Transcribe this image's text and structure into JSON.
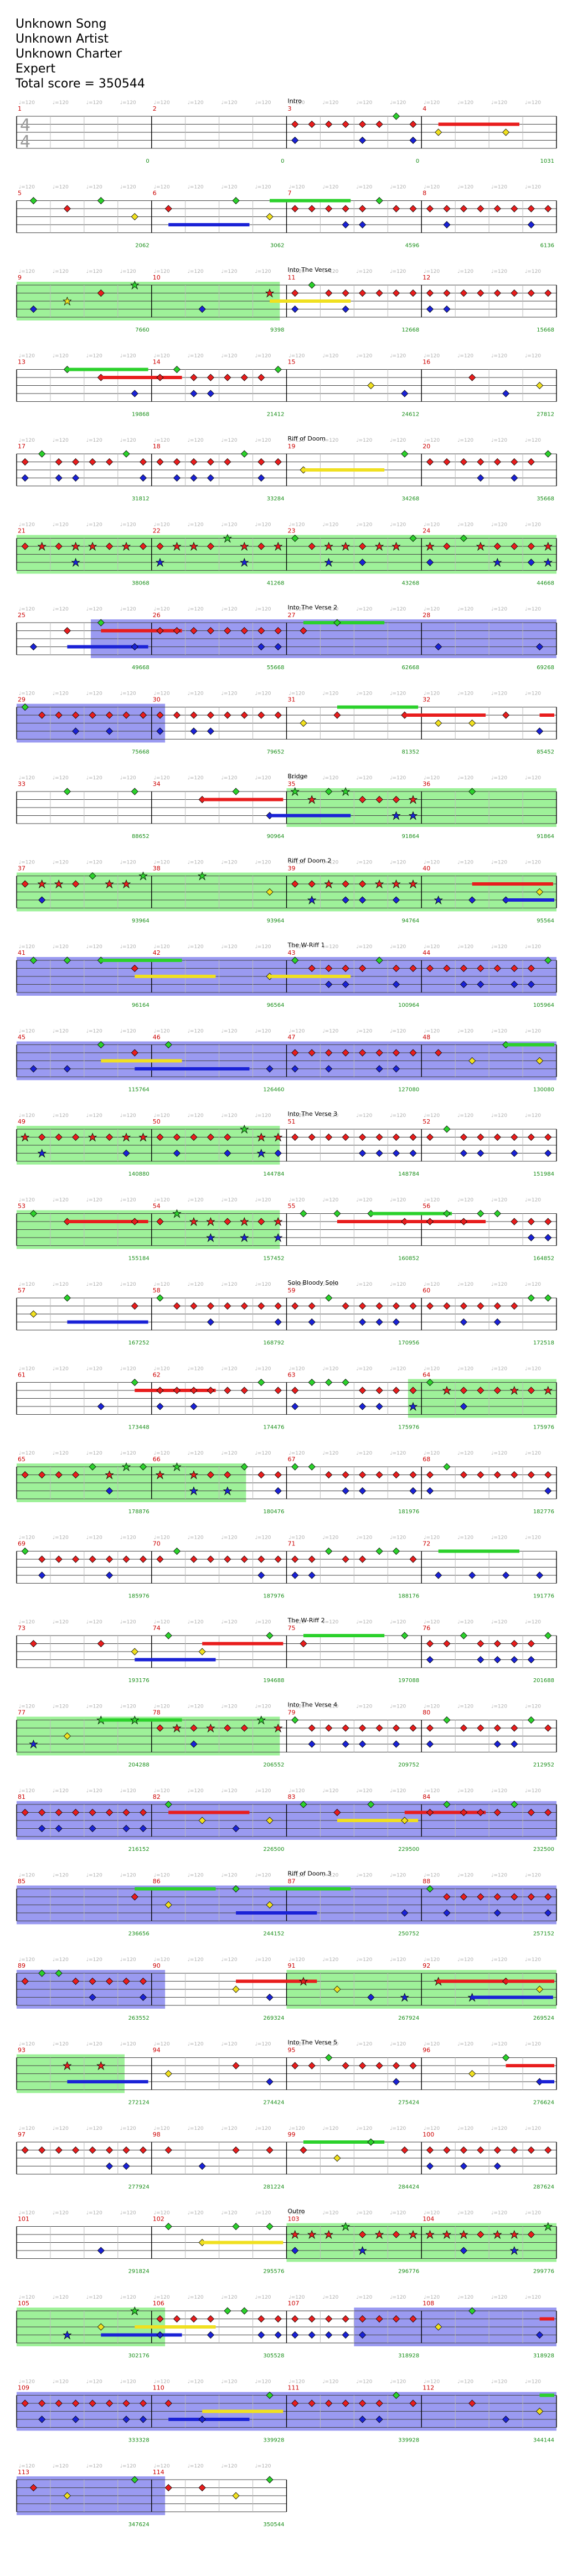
{
  "header": {
    "song": "Unknown Song",
    "artist": "Unknown Artist",
    "charter": "Unknown Charter",
    "difficulty": "Expert",
    "total_score": "Total score = 350544"
  },
  "time_signature": {
    "top": "4",
    "bottom": "4"
  },
  "colors": {
    "green": "#2bd12b",
    "red": "#e81d1d",
    "yellow": "#f0e020",
    "blue": "#1a22d6",
    "orange": "#f09a1a",
    "star_power": "#93f08e",
    "solo": "#8888ee",
    "measure_number": "#cc0000",
    "score": "#1a8f1a"
  },
  "section_labels": {
    "intro": "Intro",
    "verse1": "Into The Verse",
    "riff1": "Riff of Doom",
    "verse2": "Into The Verse 2",
    "bridge": "Bridge",
    "riff2": "Riff of Doom 2",
    "wriff1": "The W-Riff 1",
    "verse3": "Into The Verse 3",
    "solo": "Solo Bloody Solo",
    "wriff2": "The W-Riff 2",
    "verse4": "Into The Verse 4",
    "riff3": "Riff of Doom 3",
    "verse5": "Into The Verse 5",
    "outro": "Outro"
  },
  "rows": [
    {
      "measures": [
        1,
        2,
        3,
        4
      ],
      "scores": [
        "0",
        "0",
        "0",
        "1031"
      ],
      "section": "intro"
    },
    {
      "measures": [
        5,
        6,
        7,
        8
      ],
      "scores": [
        "2062",
        "3062",
        "4596",
        "6136"
      ]
    },
    {
      "measures": [
        9,
        10,
        11,
        12
      ],
      "scores": [
        "7660",
        "9398",
        "12668",
        "15668"
      ],
      "section": "verse1"
    },
    {
      "measures": [
        13,
        14,
        15,
        16
      ],
      "scores": [
        "19868",
        "21412",
        "24612",
        "27812"
      ]
    },
    {
      "measures": [
        17,
        18,
        19,
        20
      ],
      "scores": [
        "31812",
        "33284",
        "34268",
        "35668"
      ],
      "section": "riff1"
    },
    {
      "measures": [
        21,
        22,
        23,
        24
      ],
      "scores": [
        "38068",
        "41268",
        "43268",
        "44668"
      ]
    },
    {
      "measures": [
        25,
        26,
        27,
        28
      ],
      "scores": [
        "49668",
        "55668",
        "62668",
        "69268"
      ],
      "section": "verse2"
    },
    {
      "measures": [
        29,
        30,
        31,
        32
      ],
      "scores": [
        "75668",
        "79652",
        "81352",
        "85452"
      ]
    },
    {
      "measures": [
        33,
        34,
        35,
        36
      ],
      "scores": [
        "88652",
        "90964",
        "91864",
        "91864"
      ],
      "section": "bridge"
    },
    {
      "measures": [
        37,
        38,
        39,
        40
      ],
      "scores": [
        "93964",
        "93964",
        "94764",
        "95564"
      ],
      "section": "riff2"
    },
    {
      "measures": [
        41,
        42,
        43,
        44
      ],
      "scores": [
        "96164",
        "96564",
        "100964",
        "105964"
      ],
      "section": "wriff1"
    },
    {
      "measures": [
        45,
        46,
        47,
        48
      ],
      "scores": [
        "115764",
        "126460",
        "127080",
        "130080"
      ]
    },
    {
      "measures": [
        49,
        50,
        51,
        52
      ],
      "scores": [
        "140880",
        "144784",
        "148784",
        "151984"
      ],
      "section": "verse3"
    },
    {
      "measures": [
        53,
        54,
        55,
        56
      ],
      "scores": [
        "155184",
        "157452",
        "160852",
        "164852"
      ]
    },
    {
      "measures": [
        57,
        58,
        59,
        60
      ],
      "scores": [
        "167252",
        "168792",
        "170956",
        "172518"
      ],
      "section": "solo"
    },
    {
      "measures": [
        61,
        62,
        63,
        64
      ],
      "scores": [
        "173448",
        "174476",
        "175976",
        "175976"
      ]
    },
    {
      "measures": [
        65,
        66,
        67,
        68
      ],
      "scores": [
        "178876",
        "180476",
        "181976",
        "182776"
      ]
    },
    {
      "measures": [
        69,
        70,
        71,
        72
      ],
      "scores": [
        "185976",
        "187976",
        "188176",
        "191776"
      ]
    },
    {
      "measures": [
        73,
        74,
        75,
        76
      ],
      "scores": [
        "193176",
        "194688",
        "197088",
        "201688"
      ],
      "section": "wriff2"
    },
    {
      "measures": [
        77,
        78,
        79,
        80
      ],
      "scores": [
        "204288",
        "206552",
        "209752",
        "212952"
      ],
      "section": "verse4"
    },
    {
      "measures": [
        81,
        82,
        83,
        84
      ],
      "scores": [
        "216152",
        "226500",
        "229500",
        "232500"
      ]
    },
    {
      "measures": [
        85,
        86,
        87,
        88
      ],
      "scores": [
        "236656",
        "244152",
        "250752",
        "257152"
      ],
      "section": "riff3"
    },
    {
      "measures": [
        89,
        90,
        91,
        92
      ],
      "scores": [
        "263552",
        "269324",
        "267924",
        "269524"
      ]
    },
    {
      "measures": [
        93,
        94,
        95,
        96
      ],
      "scores": [
        "272124",
        "274424",
        "275424",
        "276624"
      ],
      "section": "verse5"
    },
    {
      "measures": [
        97,
        98,
        99,
        100
      ],
      "scores": [
        "277924",
        "281224",
        "284424",
        "287624"
      ]
    },
    {
      "measures": [
        101,
        102,
        103,
        104
      ],
      "scores": [
        "291824",
        "295576",
        "296776",
        "299776"
      ],
      "section": "outro"
    },
    {
      "measures": [
        105,
        106,
        107,
        108
      ],
      "scores": [
        "302176",
        "305528",
        "318928",
        "318928"
      ]
    },
    {
      "measures": [
        109,
        110,
        111,
        112
      ],
      "scores": [
        "333328",
        "339928",
        "339928",
        "344144"
      ]
    },
    {
      "measures": [
        113,
        114
      ],
      "scores": [
        "347624",
        "350544"
      ]
    }
  ]
}
